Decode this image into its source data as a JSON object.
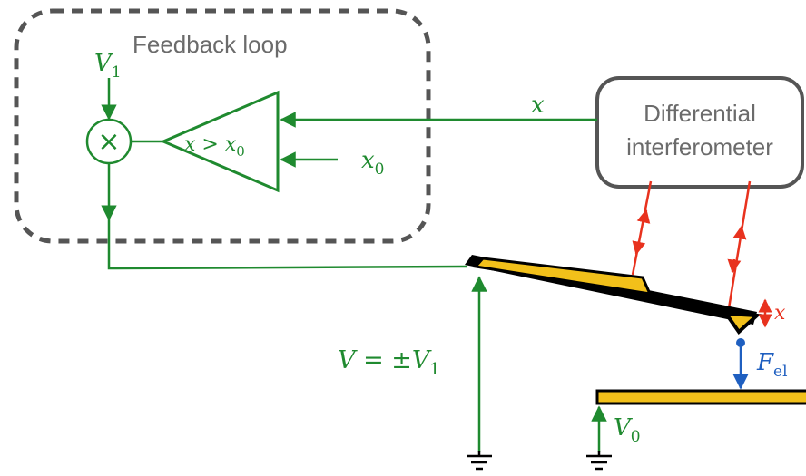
{
  "feedback_loop": {
    "label": "Feedback loop"
  },
  "interferometer": {
    "line1": "Differential",
    "line2": "interferometer"
  },
  "comparator": {
    "lhs": "x",
    "op": " > ",
    "rhs": "x",
    "rhs_sub": "0"
  },
  "signals": {
    "x_label": "x",
    "x0_main": "x",
    "x0_sub": "0",
    "v1_main": "V",
    "v1_sub": "1",
    "multiply_symbol": "×",
    "v_eq_main": "V = ±V",
    "v_eq_sub": "1",
    "v0_main": "V",
    "v0_sub": "0",
    "fel_main": "F",
    "fel_sub": "el",
    "disp_label": "x"
  },
  "colors": {
    "signal": "#1f8a2f",
    "laser": "#e8321e",
    "force": "#1f5fc0",
    "box_border": "#555555",
    "cantilever_fill": "#f2c01a",
    "outline": "#000000"
  }
}
